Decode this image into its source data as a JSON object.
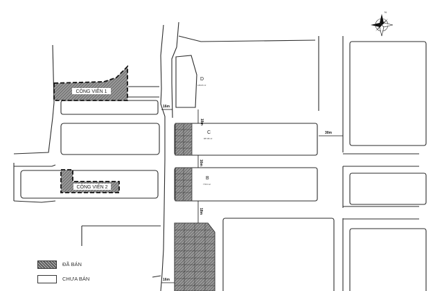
{
  "parks": [
    {
      "id": "park1",
      "label": "CÔNG VIÊN 1"
    },
    {
      "id": "park2",
      "label": "CÔNG VIÊN 2"
    }
  ],
  "blocks": [
    {
      "id": "block-d",
      "letter": "D",
      "area": "1264.8 m2"
    },
    {
      "id": "block-c",
      "letter": "C",
      "area": "987.08 m2"
    },
    {
      "id": "block-b",
      "letter": "B",
      "area": "776.8 m2"
    }
  ],
  "road_widths": {
    "w16_top": "16m",
    "w18_c": "18m",
    "w30": "30m",
    "w16_b": "16m",
    "w18_lower": "18m",
    "w16_bottom": "16m"
  },
  "legend": {
    "sold_label": "ĐÃ BÁN",
    "unsold_label": "CHƯA BÁN"
  },
  "colors": {
    "sold_hatch": "#7a7a7a",
    "line": "#2a2a2a",
    "background": "#ffffff"
  },
  "icons": {
    "north_arrow": "compass-rose-icon"
  }
}
